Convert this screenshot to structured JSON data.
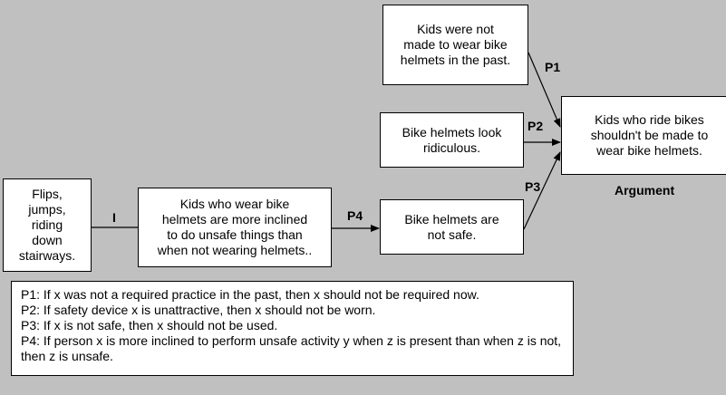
{
  "boxes": {
    "past": "Kids were not\nmade to wear bike\nhelmets in the past.",
    "ridiculous": "Bike helmets look\nridiculous.",
    "conclusion": "Kids who ride bikes\nshouldn't be made to\nwear bike helmets.",
    "flips": "Flips,\njumps,\nriding\ndown\nstairways.",
    "inclined": "Kids who wear bike\nhelmets are more inclined\nto do unsafe things than\nwhen not wearing helmets..",
    "notsafe": "Bike helmets are\nnot safe."
  },
  "labels": {
    "p1": "P1",
    "p2": "P2",
    "p3": "P3",
    "p4": "P4",
    "i": "I",
    "argument": "Argument"
  },
  "legend": [
    "P1:  If x was not a required practice in the past, then x should not be required now.",
    "P2:  If safety device x is unattractive, then x should not be worn.",
    "P3:  If x is not safe, then x should not be used.",
    "P4:  If person x is more inclined to perform unsafe activity y when z is present than when z is not, then z is unsafe."
  ]
}
